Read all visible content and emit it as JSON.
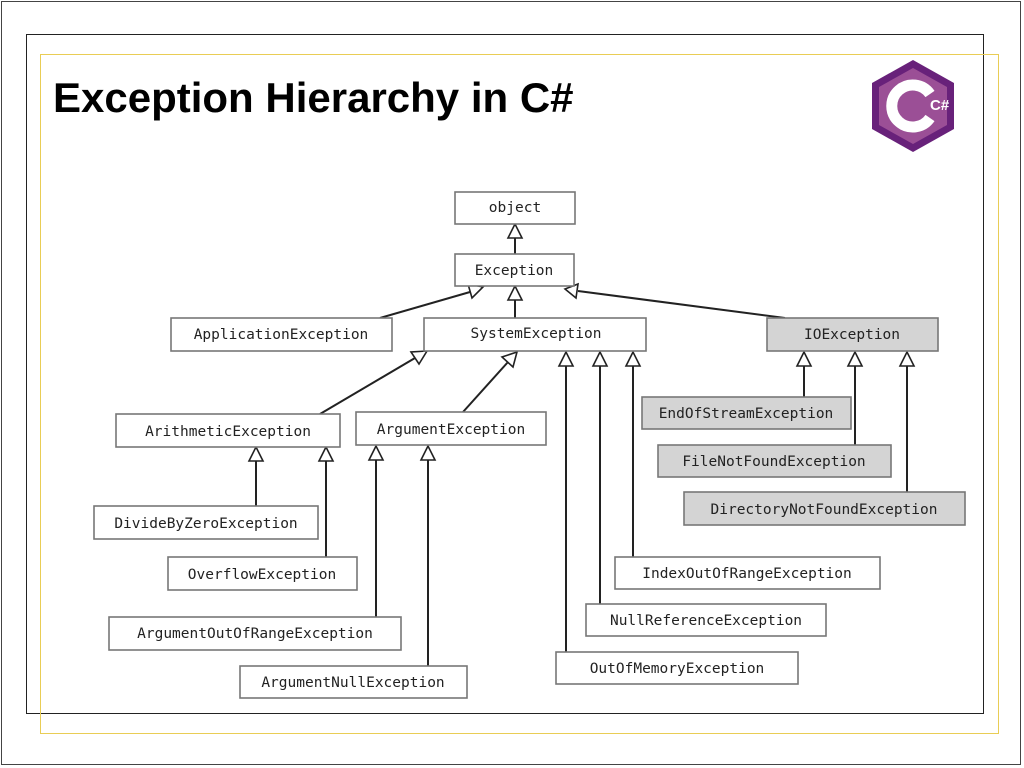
{
  "slide": {
    "title": "Exception Hierarchy in C#"
  },
  "logo": {
    "icon": "csharp-logo-icon",
    "text": "C#",
    "colors": {
      "outer": "#68217a",
      "inner": "#9b4f96",
      "text": "#ffffff"
    }
  },
  "diagram": {
    "colors": {
      "line": "#222222",
      "box_border": "#777777",
      "box_fill": "#ffffff",
      "highlight_fill": "#d4d4d4"
    },
    "nodes": {
      "object": "object",
      "exception": "Exception",
      "application_exception": "ApplicationException",
      "system_exception": "SystemException",
      "io_exception": "IOException",
      "arithmetic_exception": "ArithmeticException",
      "argument_exception": "ArgumentException",
      "end_of_stream_exception": "EndOfStreamException",
      "file_not_found_exception": "FileNotFoundException",
      "directory_not_found_exception": "DirectoryNotFoundException",
      "divide_by_zero_exception": "DivideByZeroException",
      "overflow_exception": "OverflowException",
      "index_out_of_range_exception": "IndexOutOfRangeException",
      "argument_out_of_range_exception": "ArgumentOutOfRangeException",
      "null_reference_exception": "NullReferenceException",
      "argument_null_exception": "ArgumentNullException",
      "out_of_memory_exception": "OutOfMemoryException"
    },
    "highlighted": [
      "io_exception",
      "end_of_stream_exception",
      "file_not_found_exception",
      "directory_not_found_exception"
    ],
    "edges": [
      {
        "from": "exception",
        "to": "object"
      },
      {
        "from": "system_exception",
        "to": "exception"
      },
      {
        "from": "application_exception",
        "to": "exception"
      },
      {
        "from": "io_exception",
        "to": "exception"
      },
      {
        "from": "arithmetic_exception",
        "to": "system_exception"
      },
      {
        "from": "argument_exception",
        "to": "system_exception"
      },
      {
        "from": "index_out_of_range_exception",
        "to": "system_exception"
      },
      {
        "from": "null_reference_exception",
        "to": "system_exception"
      },
      {
        "from": "out_of_memory_exception",
        "to": "system_exception"
      },
      {
        "from": "end_of_stream_exception",
        "to": "io_exception"
      },
      {
        "from": "file_not_found_exception",
        "to": "io_exception"
      },
      {
        "from": "directory_not_found_exception",
        "to": "io_exception"
      },
      {
        "from": "divide_by_zero_exception",
        "to": "arithmetic_exception"
      },
      {
        "from": "overflow_exception",
        "to": "arithmetic_exception"
      },
      {
        "from": "argument_out_of_range_exception",
        "to": "argument_exception"
      },
      {
        "from": "argument_null_exception",
        "to": "argument_exception"
      }
    ]
  }
}
